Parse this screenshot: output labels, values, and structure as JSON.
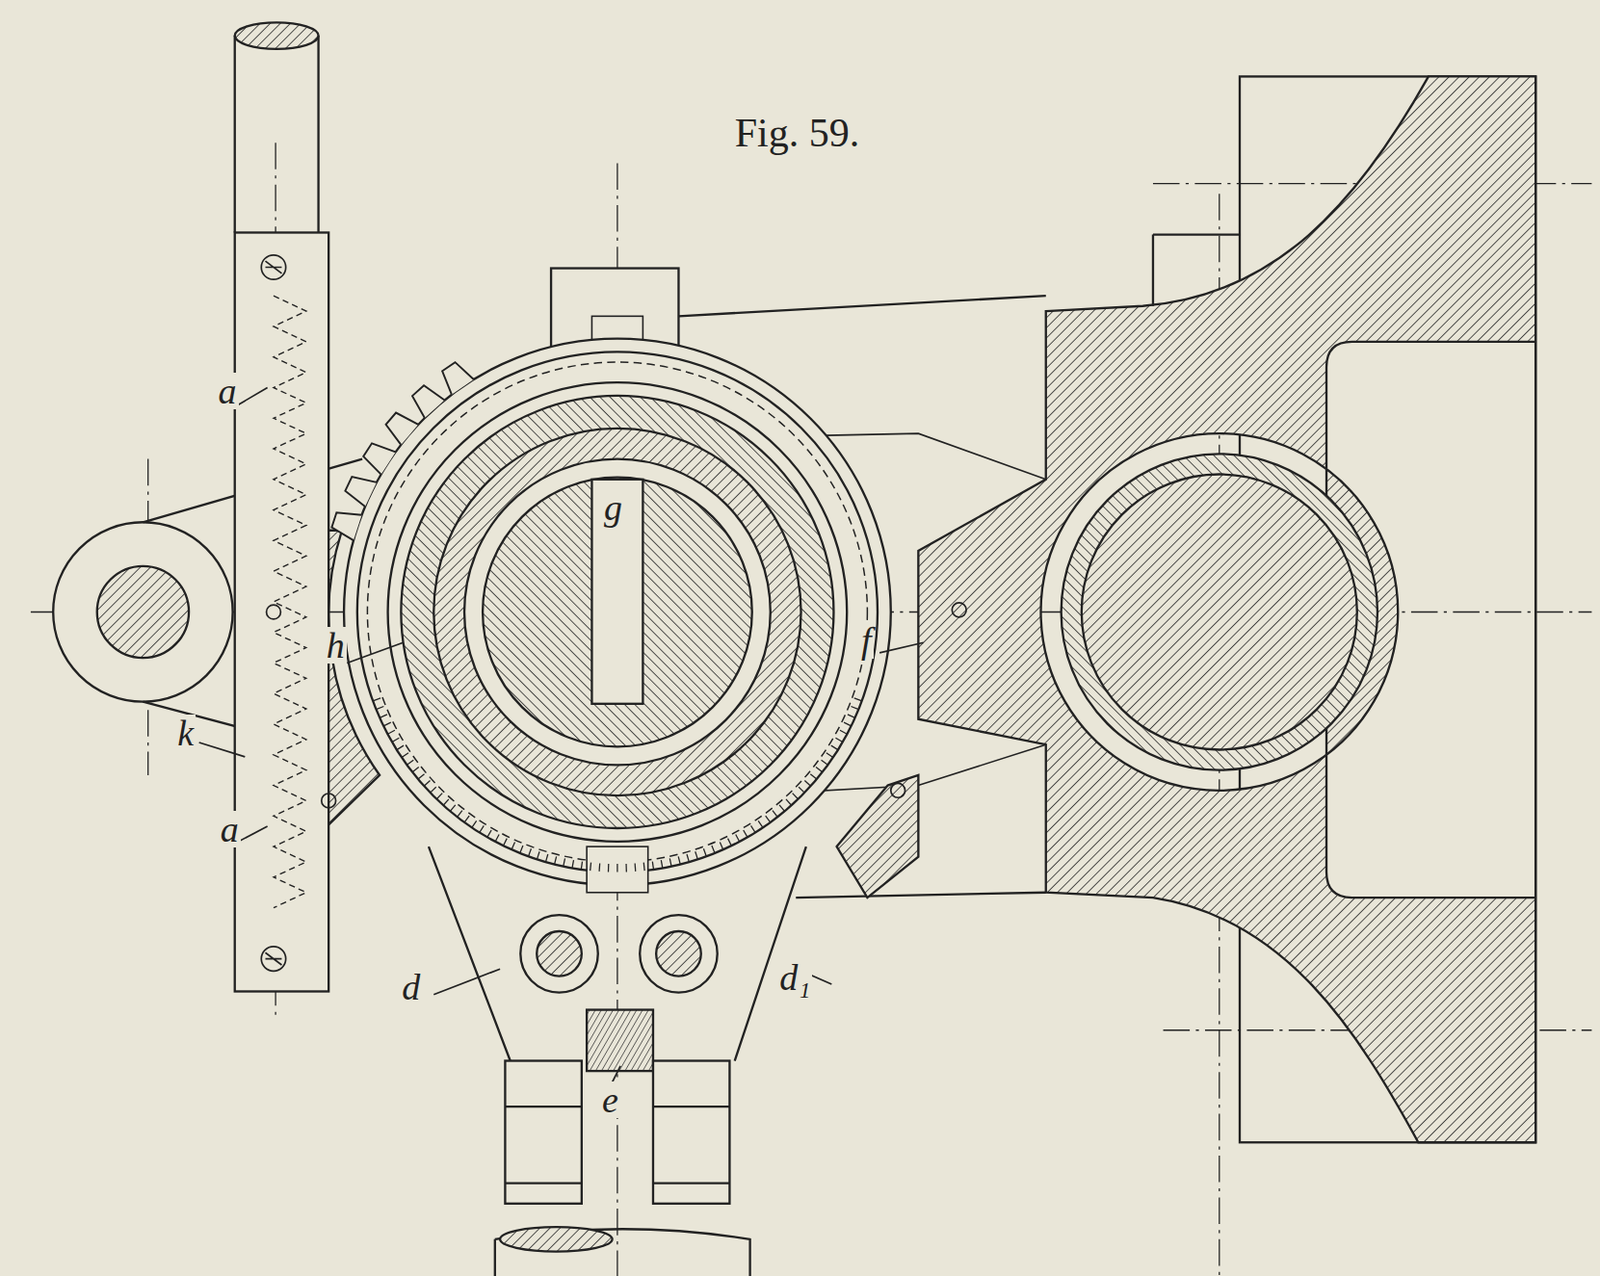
{
  "diagram": {
    "title": "Fig. 59.",
    "labels": [
      "a",
      "a",
      "g",
      "h",
      "f",
      "k",
      "d",
      "d₁",
      "e"
    ]
  }
}
